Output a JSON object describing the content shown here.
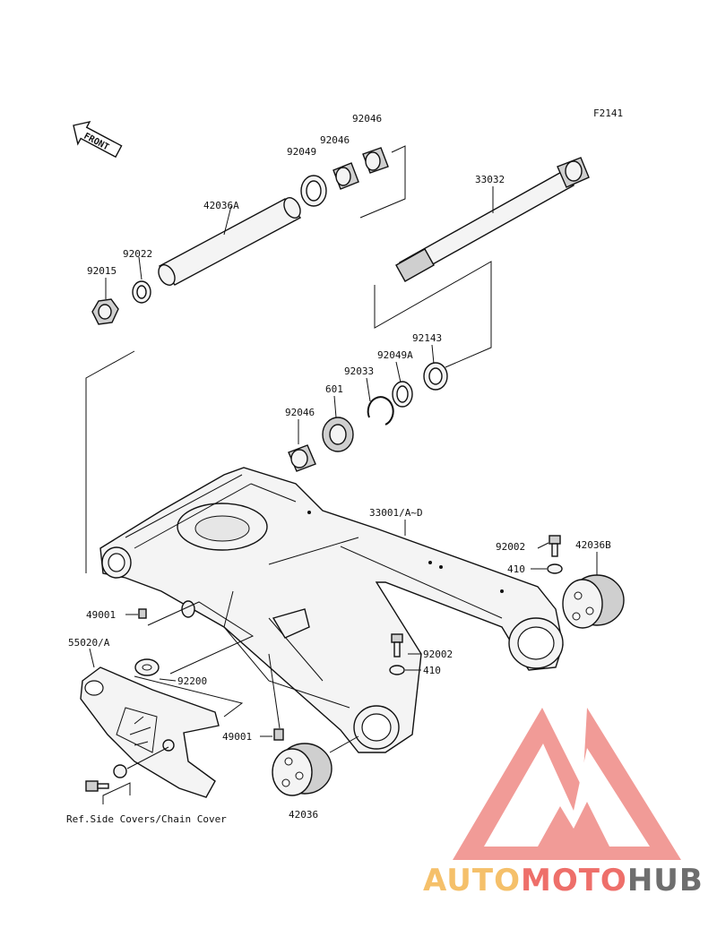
{
  "figure_code": "F2141",
  "front_label": "FRONT",
  "parts": {
    "p92046_top_a": "92046",
    "p92046_top_b": "92046",
    "p92049": "92049",
    "p33032": "33032",
    "p42036A": "42036A",
    "p92022": "92022",
    "p92015": "92015",
    "p92143": "92143",
    "p92049A": "92049A",
    "p92033": "92033",
    "p601": "601",
    "p92046_mid": "92046",
    "p33001": "33001/A~D",
    "p92002_right": "92002",
    "p42036B": "42036B",
    "p410_right": "410",
    "p49001_left": "49001",
    "p55020": "55020/A",
    "p92200": "92200",
    "p92002_lower": "92002",
    "p410_lower": "410",
    "p49001_bottom": "49001",
    "p42036": "42036",
    "ref_note": "Ref.Side Covers/Chain Cover"
  },
  "watermark": {
    "part1": "AUTO",
    "part2": "MOTO",
    "part3": "HUB",
    "colors": {
      "auto": "#f5c06a",
      "moto": "#ee6f6a",
      "hub": "#6e6e6e",
      "logo": "#ef8a85"
    }
  }
}
